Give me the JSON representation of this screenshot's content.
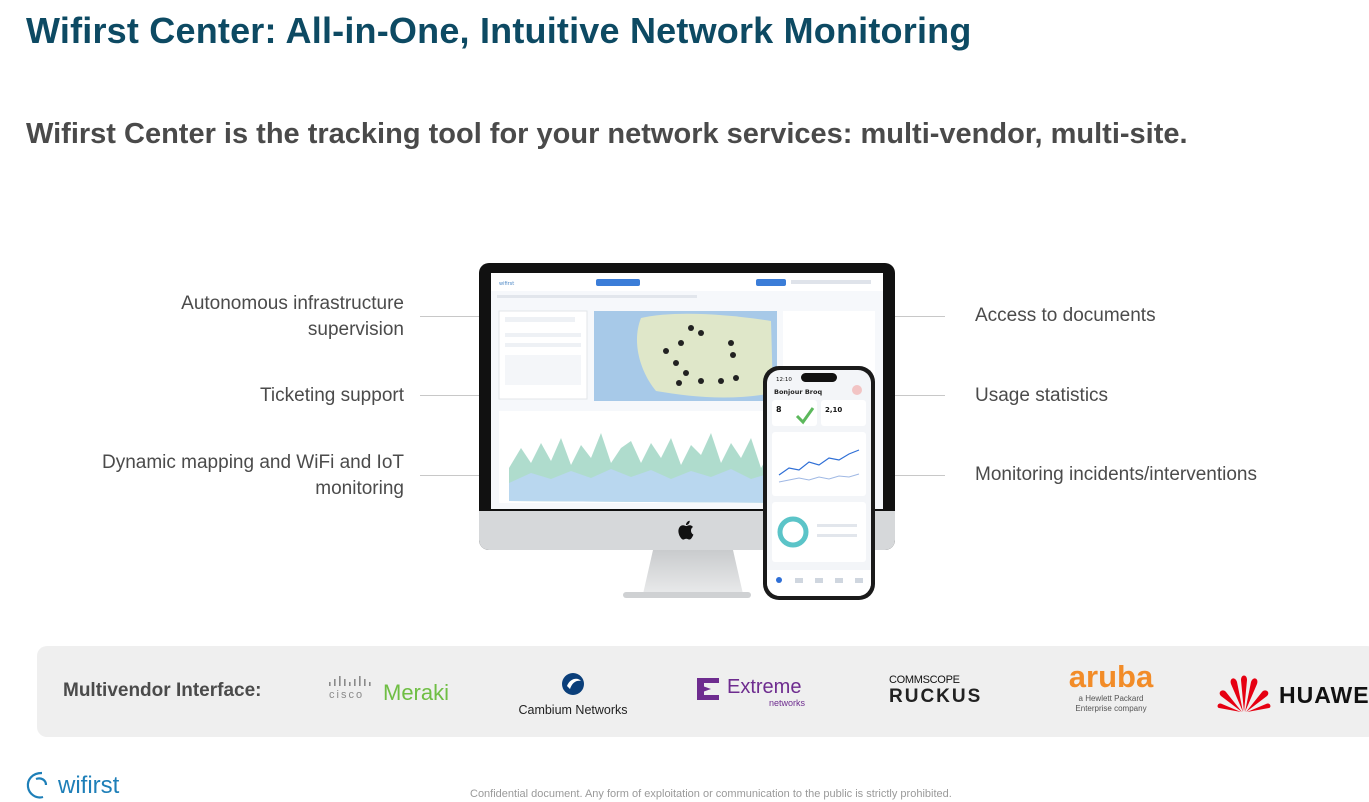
{
  "header": {
    "title": "Wifirst Center: All-in-One, Intuitive Network Monitoring",
    "subtitle": "Wifirst Center is the tracking tool for your network services: multi-vendor, multi-site."
  },
  "features_left": [
    {
      "line1": "Autonomous infrastructure",
      "line2": "supervision"
    },
    {
      "line1": "Ticketing support",
      "line2": ""
    },
    {
      "line1": "Dynamic mapping and WiFi and IoT",
      "line2": "monitoring"
    }
  ],
  "features_right": [
    {
      "label": "Access to documents"
    },
    {
      "label": "Usage statistics"
    },
    {
      "label": "Monitoring incidents/interventions"
    }
  ],
  "device_mockup": {
    "phone_time": "12:10",
    "phone_greeting": "Bonjour Broq",
    "phone_stat_1": "8",
    "phone_stat_2": "2,10"
  },
  "vendors": {
    "label": "Multivendor Interface:",
    "logos": [
      {
        "name": "Meraki",
        "prefix": "cisco"
      },
      {
        "name": "Cambium Networks"
      },
      {
        "name": "Extreme",
        "sub": "networks"
      },
      {
        "name": "RUCKUS",
        "top": "COMMSCOPE"
      },
      {
        "name": "aruba",
        "sub1": "a Hewlett Packard",
        "sub2": "Enterprise company"
      },
      {
        "name": "HUAWEI"
      }
    ]
  },
  "footer": {
    "logo_text": "wifirst",
    "note": "Confidential document. Any form of exploitation or communication to the public is strictly prohibited."
  },
  "colors": {
    "title": "#0d4a63",
    "meraki": "#6fbe44",
    "extreme": "#6e2c8f",
    "aruba": "#f28c28",
    "huawei": "#e60012",
    "wifirst": "#1e7fb8"
  }
}
